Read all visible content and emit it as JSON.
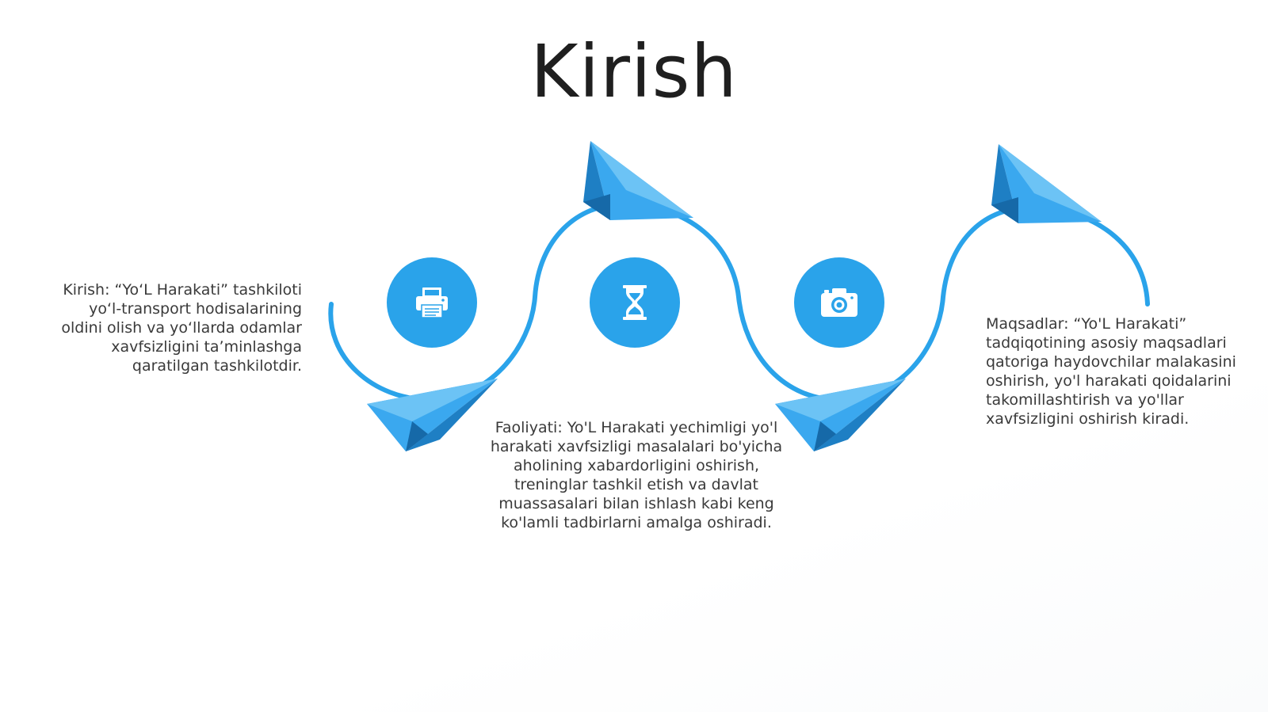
{
  "slide": {
    "title": "Kirish",
    "accent_color": "#2aa3ea",
    "plane_color": "#2f9be0"
  },
  "items": [
    {
      "icon": "printer-icon",
      "text": "Kirish: “Yo‘L Harakati” tashkiloti yo‘l-transport hodisalarining oldini olish va yo‘llarda odamlar xavfsizligini ta’minlashga qaratilgan tashkilotdir."
    },
    {
      "icon": "hourglass-icon",
      "text": "Faoliyati: Yo'L Harakati yechimligi yo'l harakati xavfsizligi masalalari bo'yicha aholining xabardorligini oshirish, treninglar tashkil etish va davlat muassasalari bilan ishlash kabi keng ko'lamli tadbirlarni amalga oshiradi."
    },
    {
      "icon": "camera-icon",
      "text": "Maqsadlar: “Yo'L Harakati” tadqiqotining asosiy maqsadlari qatoriga haydovchilar malakasini oshirish, yo'l harakati qoidalarini takomillashtirish va yo'llar xavfsizligini oshirish kiradi."
    }
  ]
}
